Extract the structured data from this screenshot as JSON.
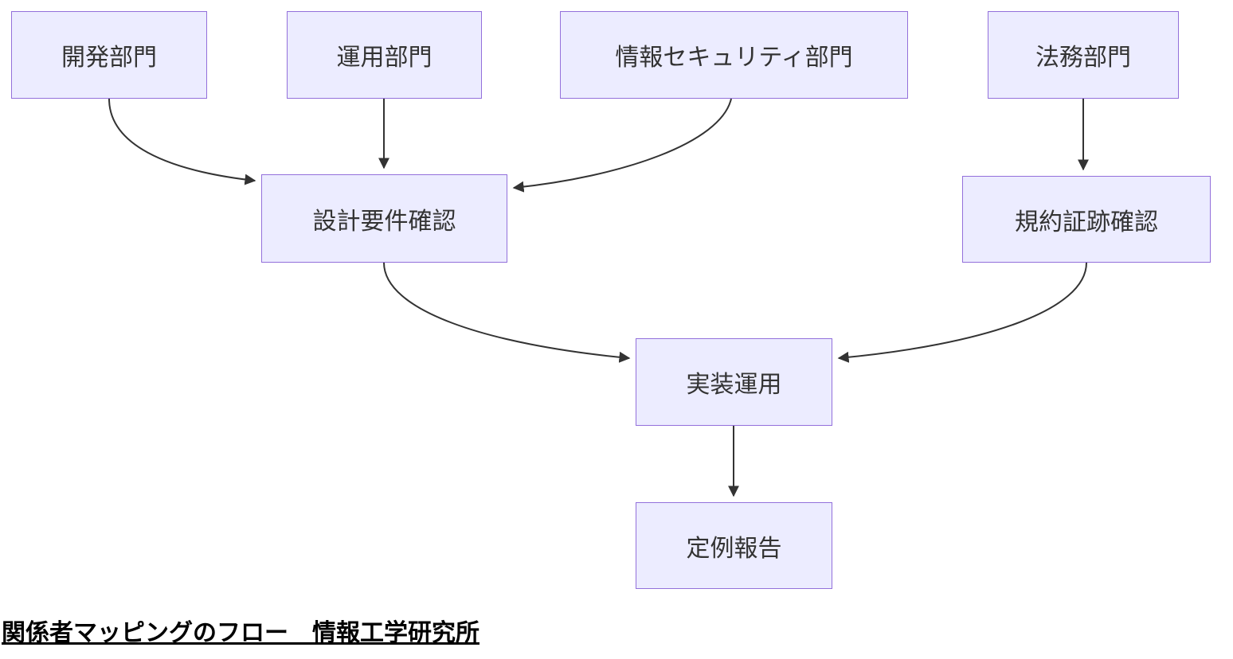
{
  "diagram": {
    "title": "関係者マッピングのフロー　情報工学研究所",
    "type": "flowchart",
    "colors": {
      "node_fill": "#ECECFF",
      "node_border": "#9370DB",
      "node_text": "#333333",
      "arrow": "#333333",
      "background": "#FFFFFF"
    },
    "nodes": [
      {
        "id": "dev",
        "label": "開発部門"
      },
      {
        "id": "ops",
        "label": "運用部門"
      },
      {
        "id": "sec",
        "label": "情報セキュリティ部門"
      },
      {
        "id": "legal",
        "label": "法務部門"
      },
      {
        "id": "design",
        "label": "設計要件確認"
      },
      {
        "id": "evidence",
        "label": "規約証跡確認"
      },
      {
        "id": "impl",
        "label": "実装運用"
      },
      {
        "id": "report",
        "label": "定例報告"
      }
    ],
    "edges": [
      {
        "from": "開発部門",
        "to": "設計要件確認"
      },
      {
        "from": "運用部門",
        "to": "設計要件確認"
      },
      {
        "from": "情報セキュリティ部門",
        "to": "設計要件確認"
      },
      {
        "from": "法務部門",
        "to": "規約証跡確認"
      },
      {
        "from": "設計要件確認",
        "to": "実装運用"
      },
      {
        "from": "規約証跡確認",
        "to": "実装運用"
      },
      {
        "from": "実装運用",
        "to": "定例報告"
      }
    ]
  }
}
